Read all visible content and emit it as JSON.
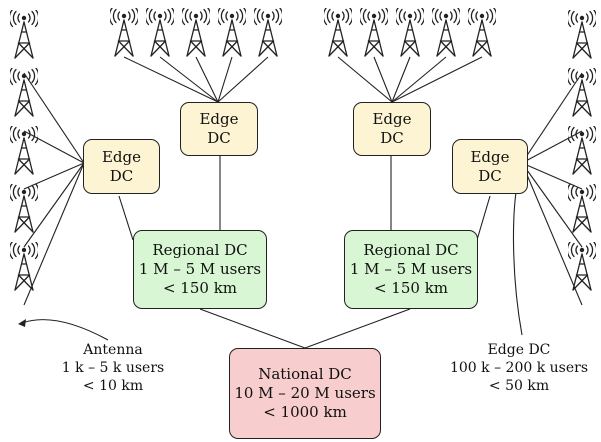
{
  "edge_dc": {
    "line1": "Edge",
    "line2": "DC"
  },
  "regional_dc": {
    "line1": "Regional DC",
    "line2": "1 M – 5 M users",
    "line3": "< 150 km"
  },
  "national_dc": {
    "line1": "National DC",
    "line2": "10 M – 20 M users",
    "line3": "< 1000 km"
  },
  "antenna_caption": {
    "line1": "Antenna",
    "line2": "1 k – 5 k users",
    "line3": "< 10 km"
  },
  "edge_caption": {
    "line1": "Edge DC",
    "line2": "100 k – 200 k users",
    "line3": "< 50 km"
  },
  "colors": {
    "edge_dc_fill": "#fdf4d3",
    "regional_dc_fill": "#d8f6d3",
    "national_dc_fill": "#f8cdcd",
    "stroke": "#222222"
  },
  "icons": {
    "antenna": "antenna-tower-icon"
  },
  "antenna_count": 20
}
